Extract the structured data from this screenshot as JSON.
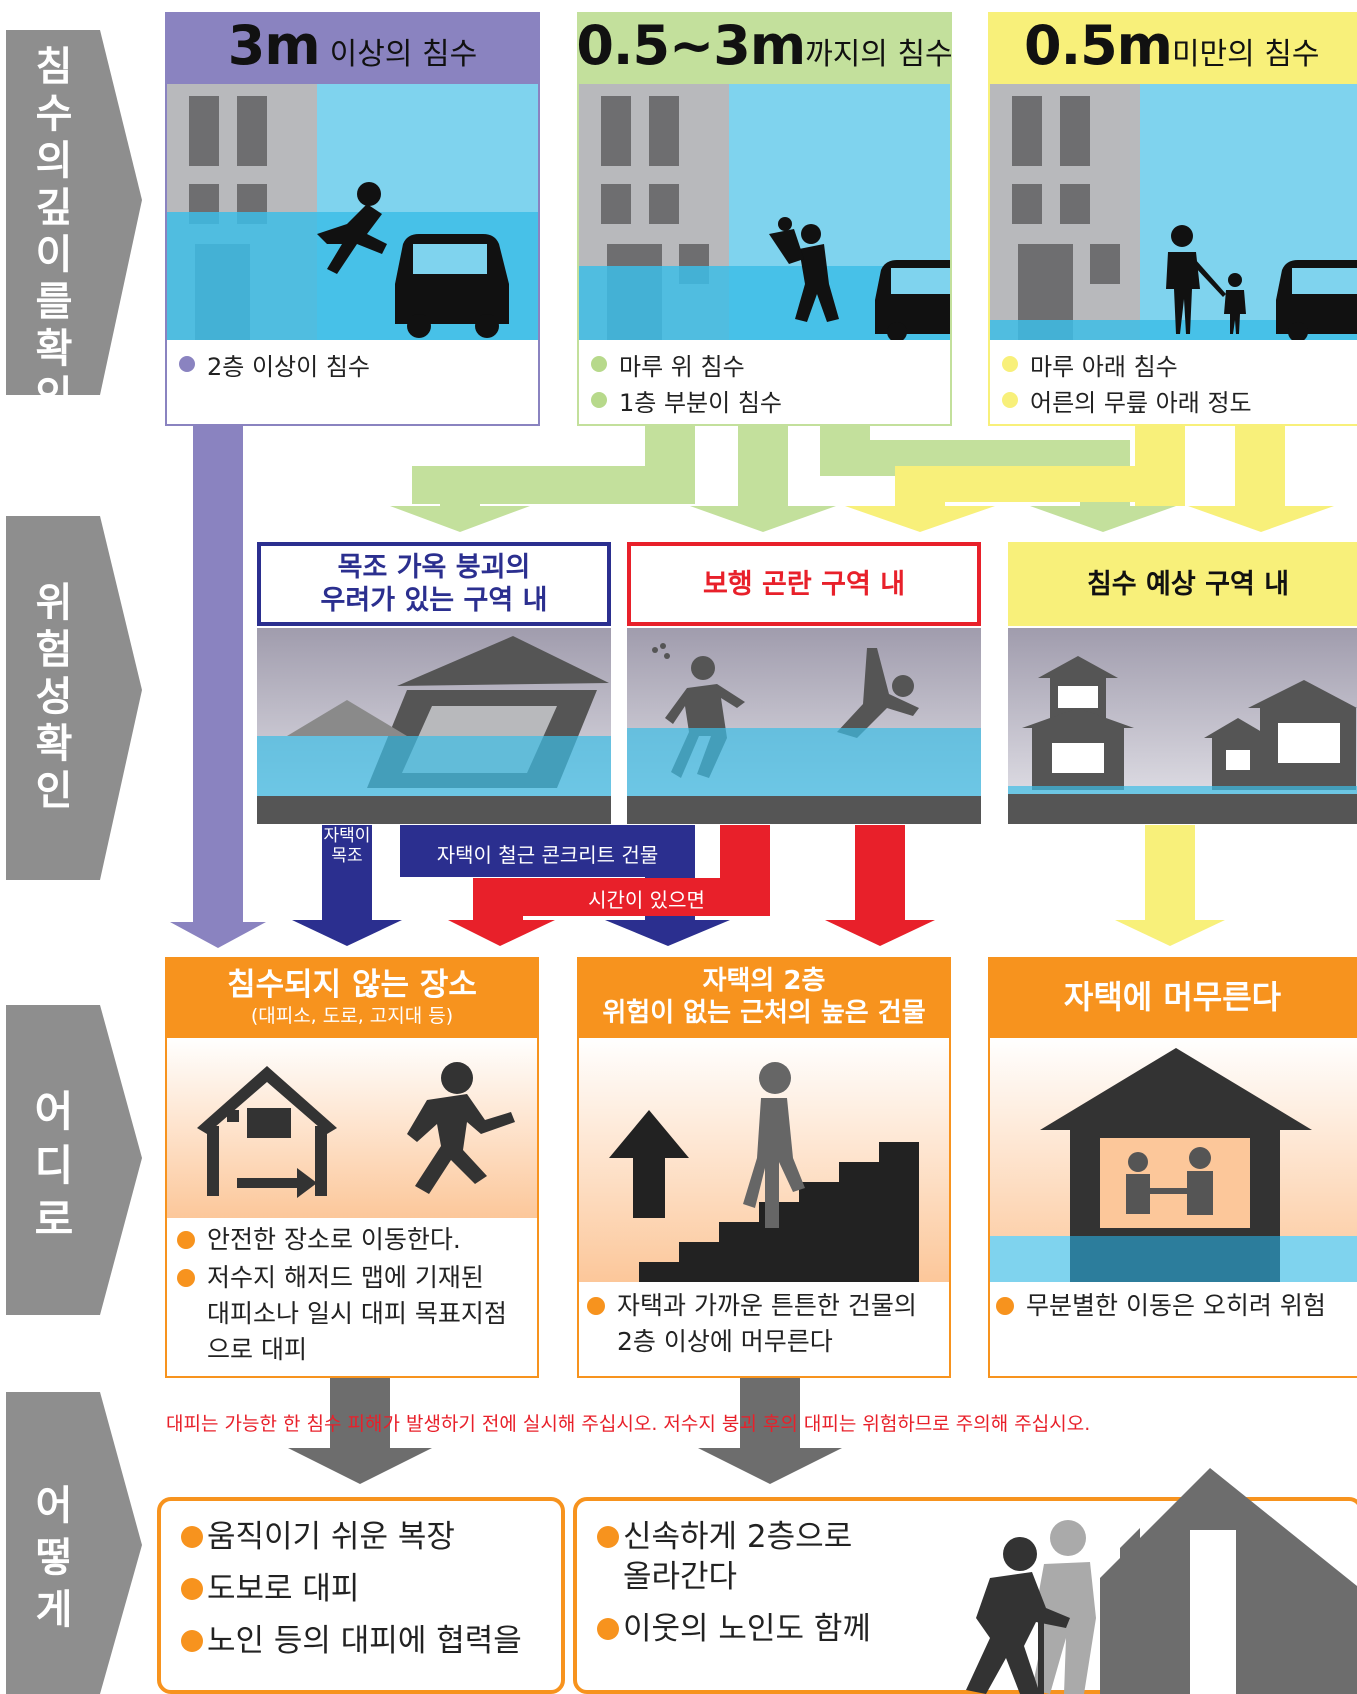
{
  "sidebar": [
    {
      "label": "침수의 깊이를 확인"
    },
    {
      "label": "위험성 확인"
    },
    {
      "label": "어디로"
    },
    {
      "label": "어떻게"
    }
  ],
  "depth": [
    {
      "big": "3m",
      "small": "이상의 침수",
      "bullets": [
        "2층 이상이 침수"
      ],
      "color": "#8a83c0",
      "head_bg": "#8a83c0",
      "dot": "#8a83c0"
    },
    {
      "big": "0.5~3m",
      "small": "까지의 침수",
      "bullets": [
        "마루 위 침수",
        "1층 부분이 침수"
      ],
      "color": "#b7d98b",
      "head_bg": "#c3e09c",
      "dot": "#b7d98b"
    },
    {
      "big": "0.5m",
      "small": "미만의 침수",
      "bullets": [
        "마루 아래 침수",
        "어른의 무릎 아래 정도"
      ],
      "color": "#f8f07a",
      "head_bg": "#f8f07a",
      "dot": "#f8f07a"
    }
  ],
  "risk": [
    {
      "label": "목조 가옥 붕괴의\n우려가 있는 구역 내",
      "color": "#2b2f8f"
    },
    {
      "label": "보행 곤란 구역 내",
      "color": "#e8202a"
    },
    {
      "label": "침수 예상 구역 내",
      "color": "#111111"
    }
  ],
  "flow": {
    "wooden": "자택이 목조",
    "concrete": "자택이 철근 콘크리트 건물",
    "time": "시간이 있으면"
  },
  "dest": [
    {
      "title": "침수되지 않는 장소",
      "subtitle": "(대피소, 도로, 고지대 등)",
      "bullets": [
        "안전한 장소로 이동한다.",
        "저수지 해저드 맵에 기재된 대피소나 일시 대피 목표지점으로 대피"
      ]
    },
    {
      "title": "자택의 2층",
      "subtitle": "위험이 없는 근처의 높은 건물",
      "bullets": [
        "자택과 가까운 튼튼한 건물의 2층 이상에 머무른다"
      ]
    },
    {
      "title": "자택에 머무른다",
      "subtitle": "",
      "bullets": [
        "무분별한 이동은 오히려 위험"
      ]
    }
  ],
  "warning": "대피는 가능한 한 침수 피해가 발생하기 전에 실시해 주십시오. 저수지 붕괴 후의 대피는 위험하므로 주의해 주십시오.",
  "how": [
    {
      "items": [
        "움직이기 쉬운 복장",
        "도보로 대피",
        "노인 등의 대피에 협력을"
      ]
    },
    {
      "items": [
        "신속하게 2층으로 올라간다",
        "이웃의 노인도 함께"
      ]
    }
  ],
  "colors": {
    "orange": "#f7931e",
    "water": "#3dbde6",
    "sky": "#7fd3ee",
    "gray": "#8e8e8e"
  }
}
